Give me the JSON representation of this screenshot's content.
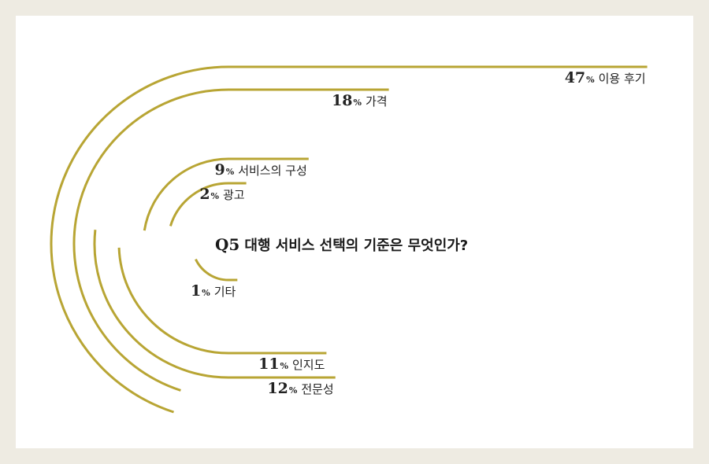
{
  "question": {
    "number": "Q5",
    "text": "대행 서비스 선택의 기준은 무엇인가?"
  },
  "colors": {
    "arc": "#b8a534",
    "background": "#eeebe2",
    "card": "#ffffff",
    "text": "#222222"
  },
  "chart_data": {
    "type": "radial-bar",
    "title": "Q5 대행 서비스 선택의 기준은 무엇인가?",
    "unit": "%",
    "categories": [
      "이용 후기",
      "가격",
      "서비스의 구성",
      "광고",
      "기타",
      "인지도",
      "전문성"
    ],
    "values": [
      47,
      18,
      9,
      2,
      1,
      11,
      12
    ],
    "labels": [
      "47",
      "18",
      "9",
      "2",
      "1",
      "11",
      "12"
    ]
  }
}
